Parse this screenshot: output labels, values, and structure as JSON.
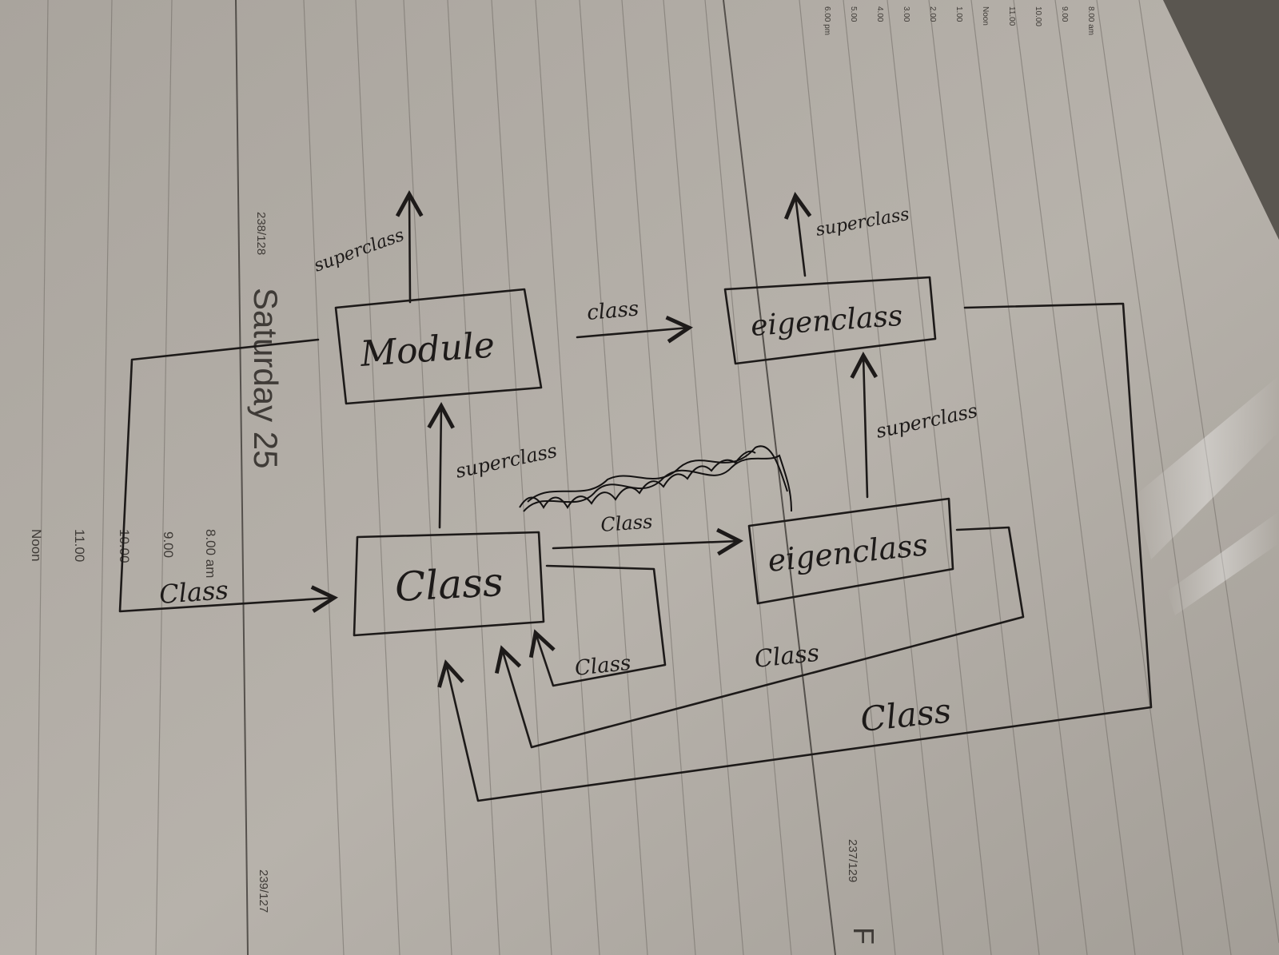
{
  "planner": {
    "day_heading": "Saturday 25",
    "day_code_top": "238/128",
    "day_code_bottom": "239/127",
    "next_day_code": "237/129",
    "next_day_initial": "F",
    "times_left": [
      "8.00 am",
      "9.00",
      "10.00",
      "11.00",
      "Noon"
    ],
    "times_top_right": [
      "6.00 pm",
      "5.00",
      "4.00",
      "3.00",
      "2.00",
      "1.00",
      "Noon",
      "11.00",
      "10.00",
      "9.00",
      "8.00 am"
    ]
  },
  "diagram": {
    "nodes": {
      "module": "Module",
      "eigenclass_top": "eigenclass",
      "class": "Class",
      "eigenclass_bottom": "eigenclass"
    },
    "labels": {
      "superclass_module": "superclass",
      "superclass_eigen_top": "superclass",
      "superclass_class": "superclass",
      "superclass_eigen": "superclass",
      "class_module_to_eigen": "class",
      "class_class_to_eigen": "Class",
      "class_left_loop": "Class",
      "class_self_loop": "Class",
      "class_eigen_loop": "Class",
      "class_outer_loop": "Class"
    },
    "colors": {
      "paper": "#b9b4ad",
      "ink": "#1d1a19",
      "rule": "#6f6a64"
    }
  }
}
